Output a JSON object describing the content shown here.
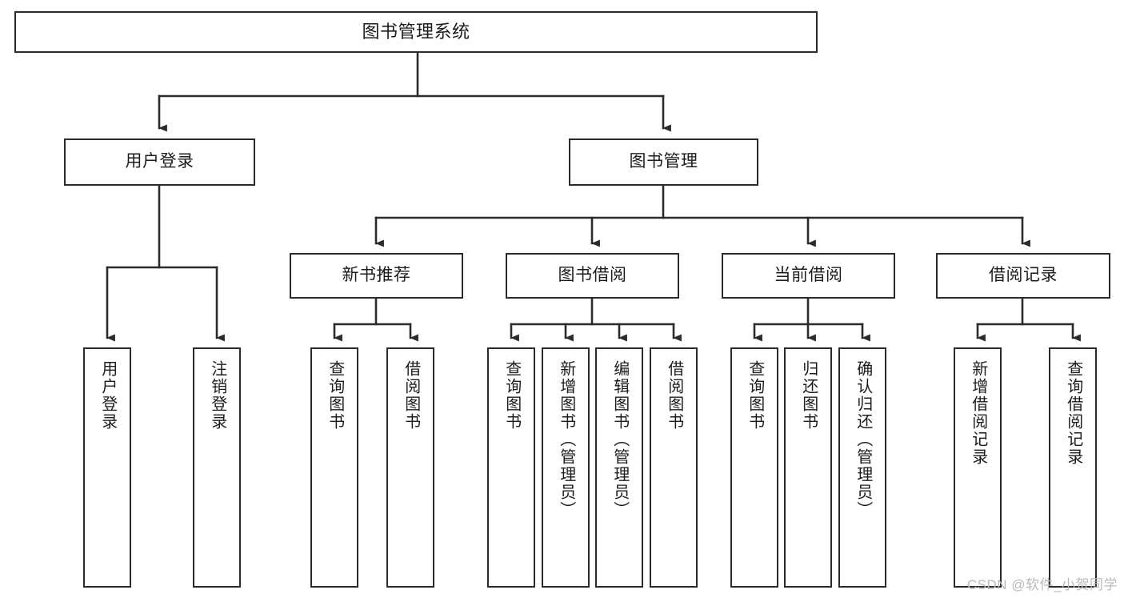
{
  "diagram": {
    "title": "图书管理系统",
    "type": "tree-hierarchy-diagram",
    "watermark": "CSDN @软件_小贺同学",
    "colors": {
      "box_border": "#2b2b2b",
      "box_fill": "#ffffff",
      "edge": "#2b2b2b",
      "text": "#1c1c1c",
      "watermark": "#b9b9b9",
      "background": "#ffffff"
    },
    "nodes": {
      "root": {
        "label": "图书管理系统"
      },
      "level2": [
        {
          "id": "user-login",
          "label": "用户登录"
        },
        {
          "id": "book-manage",
          "label": "图书管理"
        }
      ],
      "level3": [
        {
          "id": "new-book-rec",
          "label": "新书推荐"
        },
        {
          "id": "book-borrow",
          "label": "图书借阅"
        },
        {
          "id": "current-borrow",
          "label": "当前借阅"
        },
        {
          "id": "borrow-record",
          "label": "借阅记录"
        }
      ],
      "leaves": {
        "user-login": [
          {
            "id": "leaf-user-login",
            "label": "用户登录"
          },
          {
            "id": "leaf-logout-login",
            "label": "注销登录"
          }
        ],
        "new-book-rec": [
          {
            "id": "leaf-query-book-1",
            "label": "查询图书"
          },
          {
            "id": "leaf-borrow-book-1",
            "label": "借阅图书"
          }
        ],
        "book-borrow": [
          {
            "id": "leaf-query-book-2",
            "label": "查询图书"
          },
          {
            "id": "leaf-add-book",
            "label": "新增图书（管理员）"
          },
          {
            "id": "leaf-edit-book",
            "label": "编辑图书（管理员）"
          },
          {
            "id": "leaf-borrow-book-2",
            "label": "借阅图书"
          }
        ],
        "current-borrow": [
          {
            "id": "leaf-query-book-3",
            "label": "查询图书"
          },
          {
            "id": "leaf-return-book",
            "label": "归还图书"
          },
          {
            "id": "leaf-confirm-return",
            "label": "确认归还（管理员）"
          }
        ],
        "borrow-record": [
          {
            "id": "leaf-add-record",
            "label": "新增借阅记录"
          },
          {
            "id": "leaf-query-record",
            "label": "查询借阅记录"
          }
        ]
      }
    }
  }
}
